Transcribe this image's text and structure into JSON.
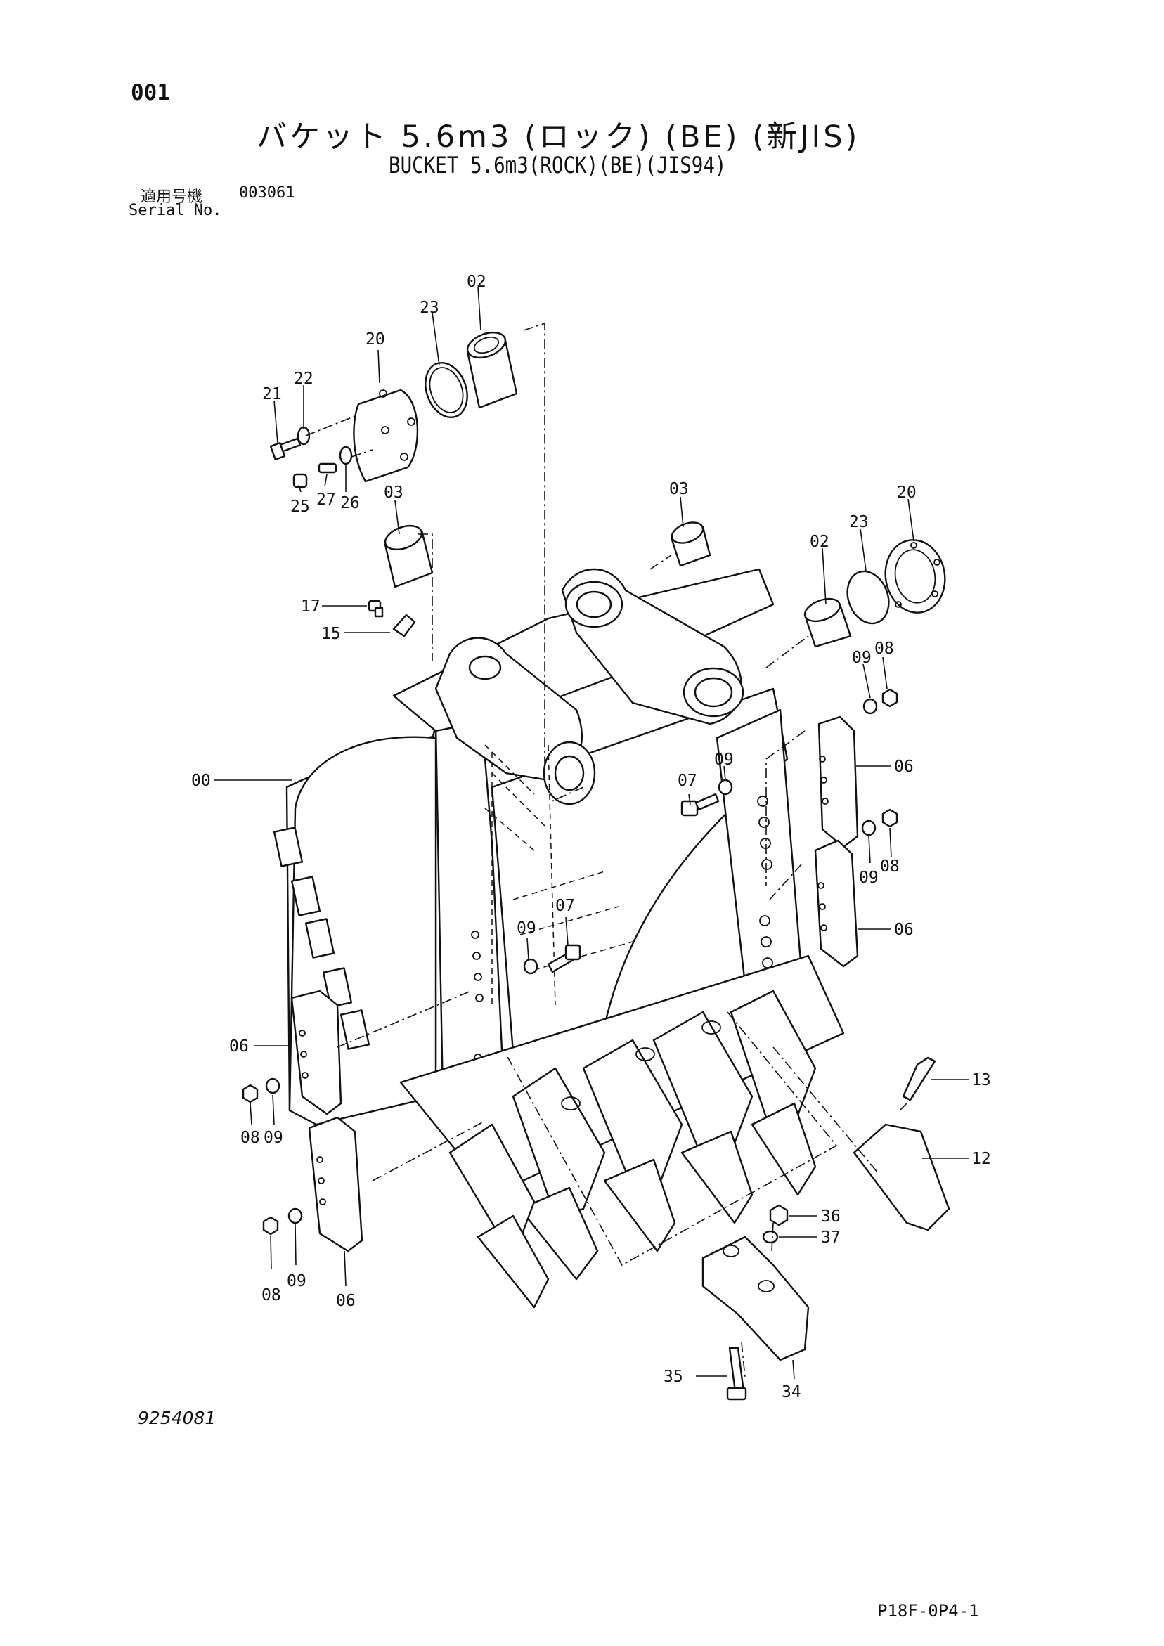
{
  "header": {
    "page_number": "001",
    "title_jp": "バケット 5.6m3 (ロック) (BE) (新JIS)",
    "title_en": "BUCKET 5.6m3(ROCK)(BE)(JIS94)",
    "serial_label_jp": "適用号機",
    "serial_value": "003061",
    "serial_label_en": "Serial No."
  },
  "footer": {
    "drawing_number": "9254081",
    "page_code": "P18F-0P4-1"
  },
  "callouts": [
    {
      "id": "c02a",
      "text": "02"
    },
    {
      "id": "c23a",
      "text": "23"
    },
    {
      "id": "c20a",
      "text": "20"
    },
    {
      "id": "c21",
      "text": "21"
    },
    {
      "id": "c22",
      "text": "22"
    },
    {
      "id": "c25",
      "text": "25"
    },
    {
      "id": "c27",
      "text": "27"
    },
    {
      "id": "c26",
      "text": "26"
    },
    {
      "id": "c03a",
      "text": "03"
    },
    {
      "id": "c17",
      "text": "17"
    },
    {
      "id": "c15",
      "text": "15"
    },
    {
      "id": "c03b",
      "text": "03"
    },
    {
      "id": "c02b",
      "text": "02"
    },
    {
      "id": "c23b",
      "text": "23"
    },
    {
      "id": "c20b",
      "text": "20"
    },
    {
      "id": "c09a",
      "text": "09"
    },
    {
      "id": "c08a",
      "text": "08"
    },
    {
      "id": "c00",
      "text": "00"
    },
    {
      "id": "c07a",
      "text": "07"
    },
    {
      "id": "c09b",
      "text": "09"
    },
    {
      "id": "c06a",
      "text": "06"
    },
    {
      "id": "c09c",
      "text": "09"
    },
    {
      "id": "c08b",
      "text": "08"
    },
    {
      "id": "c06b",
      "text": "06"
    },
    {
      "id": "c07b",
      "text": "07"
    },
    {
      "id": "c09d",
      "text": "09"
    },
    {
      "id": "c06c",
      "text": "06"
    },
    {
      "id": "c08c",
      "text": "08"
    },
    {
      "id": "c09e",
      "text": "09"
    },
    {
      "id": "c13",
      "text": "13"
    },
    {
      "id": "c12",
      "text": "12"
    },
    {
      "id": "c36",
      "text": "36"
    },
    {
      "id": "c37",
      "text": "37"
    },
    {
      "id": "c08d",
      "text": "08"
    },
    {
      "id": "c09f",
      "text": "09"
    },
    {
      "id": "c06d",
      "text": "06"
    },
    {
      "id": "c35",
      "text": "35"
    },
    {
      "id": "c34",
      "text": "34"
    }
  ]
}
